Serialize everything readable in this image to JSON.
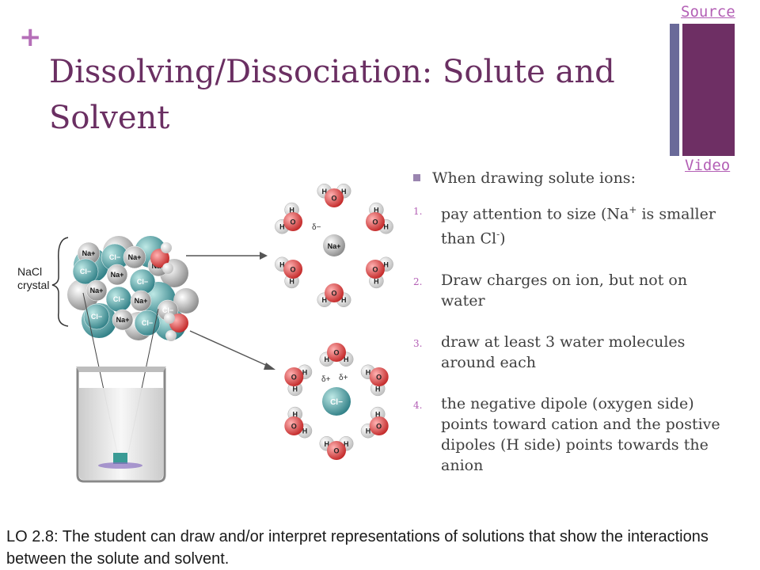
{
  "slide": {
    "plus_symbol": "+",
    "title": "Dissolving/Dissociation: Solute and Solvent",
    "links": {
      "source": "Source",
      "video": "Video"
    },
    "bullets": {
      "lead": "When drawing solute ions:",
      "items": [
        {
          "num": "1.",
          "text_a": "pay attention to size (Na",
          "sup_a": "+",
          "text_b": " is smaller than Cl",
          "sup_b": "-",
          "text_c": ")"
        },
        {
          "num": "2.",
          "text": "Draw charges on ion, but not on water"
        },
        {
          "num": "3.",
          "text": "draw at least 3 water molecules around each"
        },
        {
          "num": "4.",
          "text": " the negative dipole (oxygen side) points toward cation and the postive dipoles (H side) points towards the anion"
        }
      ]
    },
    "footer": "LO 2.8: The student can draw and/or interpret representations of solutions that show the interactions between the solute and solvent."
  },
  "figure": {
    "crystal_label": [
      "NaCl",
      "crystal"
    ],
    "crystal_ions": [
      "Na+",
      "Cl−",
      "Na+",
      "Cl−",
      "Na+",
      "Cl−",
      "Na+",
      "Cl−",
      "Na+",
      "Cl−",
      "Na+",
      "Cl−",
      "Na+",
      "Cl−"
    ],
    "cation_label": "Na+",
    "anion_label": "Cl−",
    "delta_minus": "δ−",
    "delta_plus": "δ+",
    "atom_o": "O",
    "atom_h": "H",
    "colors": {
      "sodium": "#9a9a9a",
      "chloride": "#3a8f8f",
      "oxygen": "#d23a3a",
      "hydrogen": "#eeeeee",
      "title": "#6a2f62",
      "accent": "#b35fb5"
    }
  }
}
